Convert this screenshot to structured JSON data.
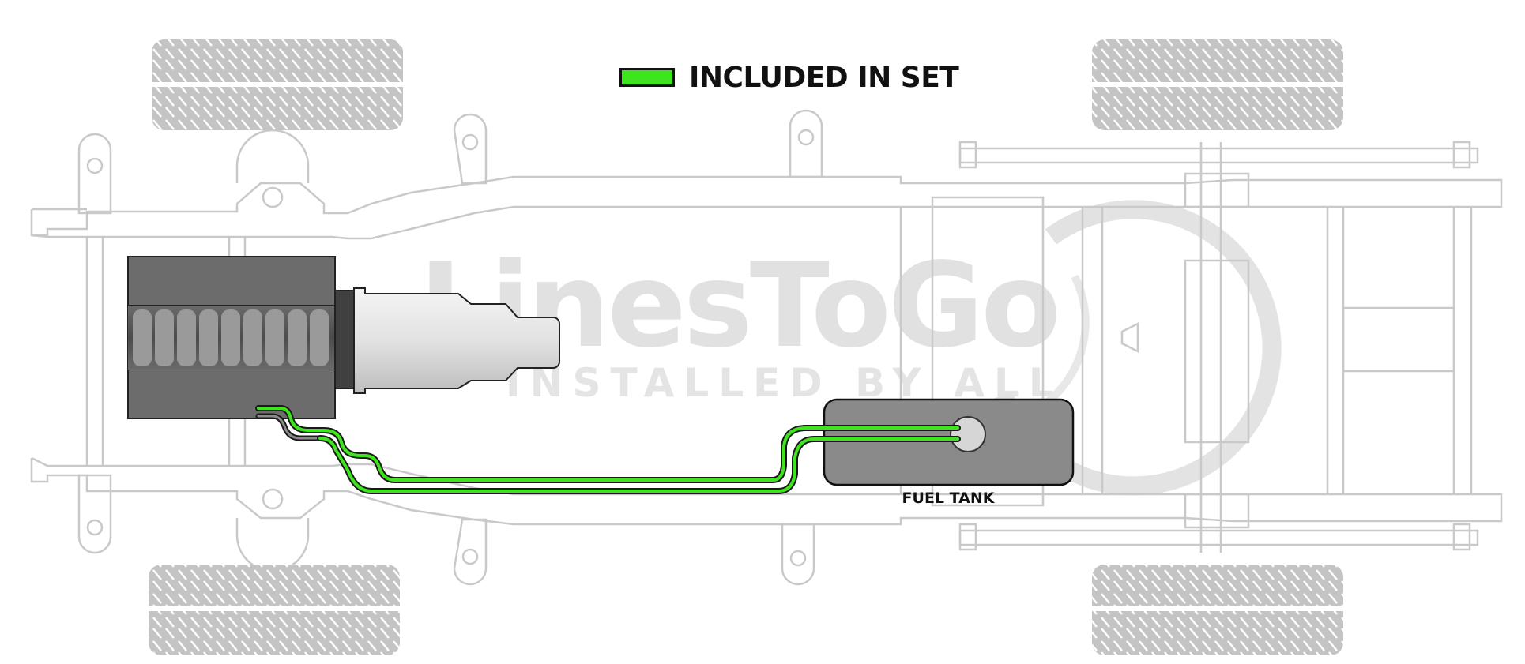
{
  "legend": {
    "label": "INCLUDED IN SET",
    "swatch_color": "#3ee51e"
  },
  "watermark": {
    "brand": "LinesToGo",
    "tagline": "INSTALLED BY ALL"
  },
  "labels": {
    "fuel_tank": "FUEL TANK"
  },
  "colors": {
    "frame_outline": "#c9c9c9",
    "tire_fill": "#c4c4c4",
    "engine_dark": "#595959",
    "transmission_light": "#e6e6e6",
    "fuel_tank_fill": "#8a8a8a",
    "line_included": "#3ee51e",
    "line_not_included": "#6e6e6e",
    "watermark": "#d9d9d9"
  },
  "icons": [
    "tire-icon",
    "engine-icon",
    "transmission-icon",
    "fuel-tank-icon",
    "fuel-line-icon",
    "chassis-frame-icon",
    "logo-swoosh-icon"
  ]
}
